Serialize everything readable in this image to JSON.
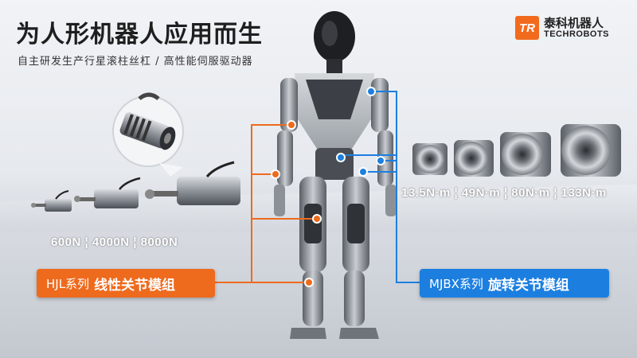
{
  "headline": {
    "title": "为人形机器人应用而生",
    "subtitle": "自主研发生产行星滚柱丝杠 / 高性能伺服驱动器"
  },
  "brand": {
    "logo_text": "TR",
    "name_cn": "泰科机器人",
    "name_en": "TECHROBOTS"
  },
  "linear_module": {
    "forces": "600N ¦ 4000N ¦ 8000N",
    "series_code": "HJL系列",
    "series_name": "线性关节模组",
    "color": "#ee6a1d"
  },
  "rotary_module": {
    "torques": "13.5N·m ¦ 49N·m ¦ 80N·m ¦ 133N·m",
    "series_code": "MJBX系列",
    "series_name": "旋转关节模组",
    "color": "#1c7fe0"
  }
}
